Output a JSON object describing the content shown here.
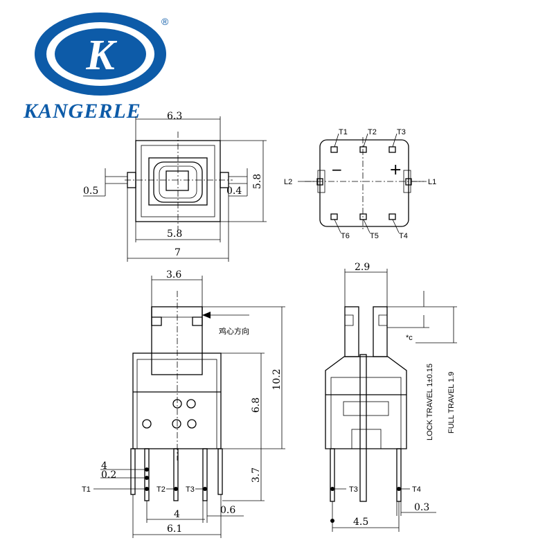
{
  "brand": {
    "logo_mark": "K",
    "name": "KANGERLE",
    "registered": "®"
  },
  "colors": {
    "brand": "#0d5ba8",
    "line": "#000000"
  },
  "top_view": {
    "width_top": "6.3",
    "height": "5.8",
    "pin_left": "0.5",
    "pin_right": "0.4",
    "inner_width": "5.8",
    "overall_width": "7"
  },
  "footprint": {
    "terminals_top": [
      "T1",
      "T2",
      "T3"
    ],
    "terminals_bottom": [
      "T6",
      "T5",
      "T4"
    ],
    "left_label": "L2",
    "right_label": "L1",
    "minus": "−",
    "plus": "+"
  },
  "front_view": {
    "plunger_width": "3.6",
    "arrow_note": "鸡心方向",
    "body_height": "6.8",
    "total_height": "10.2",
    "pin_length": "3.7",
    "pin_step": "4",
    "pin_width": "0.2",
    "pin_spacing": "4",
    "pin_thickness": "0.6",
    "base_width": "6.1",
    "terminals": [
      "T1",
      "T2",
      "T3"
    ]
  },
  "side_view": {
    "top_width": "2.9",
    "c_mark": "*c",
    "lock_travel": "LOCK TRAVEL 1±0.15",
    "full_travel": "FULL TRAVEL 1.9",
    "terminals": [
      "T3",
      "T4"
    ],
    "pin_thickness": "0.3",
    "pin_pitch": "4.5"
  }
}
